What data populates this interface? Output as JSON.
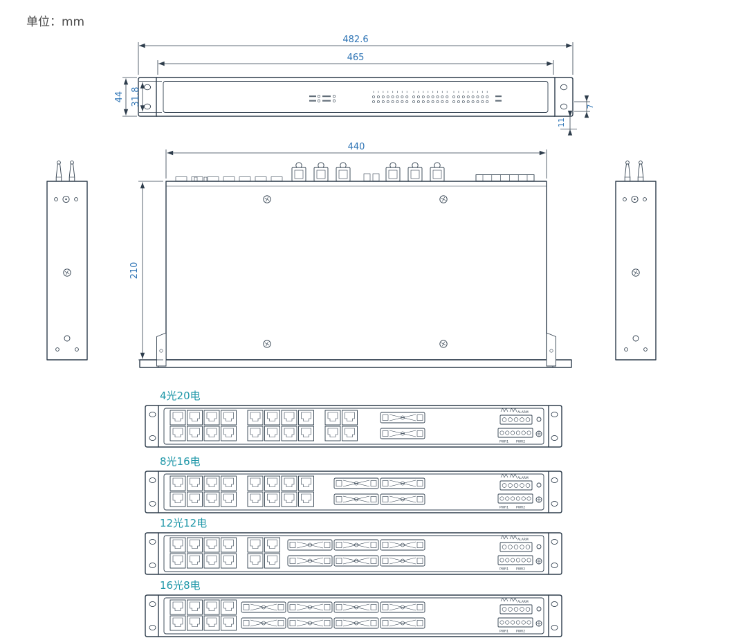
{
  "page": {
    "unit_label": "单位：mm"
  },
  "drawing": {
    "colors": {
      "outline": "#2e3d4c",
      "dimension_text": "#2e74b5",
      "section_label": "#1f97a8",
      "unit_text": "#4a4a4a",
      "background": "#ffffff"
    },
    "dimensions": {
      "overall_width_with_ears": "482.6",
      "panel_width": "465",
      "overall_height": "44",
      "face_height": "31.8",
      "ear_offset_small": "7",
      "ear_depth": "11",
      "body_width": "440",
      "body_depth": "210"
    }
  },
  "variants": [
    {
      "label": "4光20电",
      "fiber_ports": 4,
      "copper_ports": 20,
      "rj45_groups": [
        8,
        8,
        4
      ],
      "fiber_units_per_row": 1
    },
    {
      "label": "8光16电",
      "fiber_ports": 8,
      "copper_ports": 16,
      "rj45_groups": [
        8,
        8
      ],
      "fiber_units_per_row": 2
    },
    {
      "label": "12光12电",
      "fiber_ports": 12,
      "copper_ports": 12,
      "rj45_groups": [
        8,
        4
      ],
      "fiber_units_per_row": 3
    },
    {
      "label": "16光8电",
      "fiber_ports": 16,
      "copper_ports": 8,
      "rj45_groups": [
        8
      ],
      "fiber_units_per_row": 4
    }
  ],
  "panel_common": {
    "alarm_label": "ALARM",
    "pwr1_label": "PWR1",
    "pwr2_label": "PWR2"
  }
}
